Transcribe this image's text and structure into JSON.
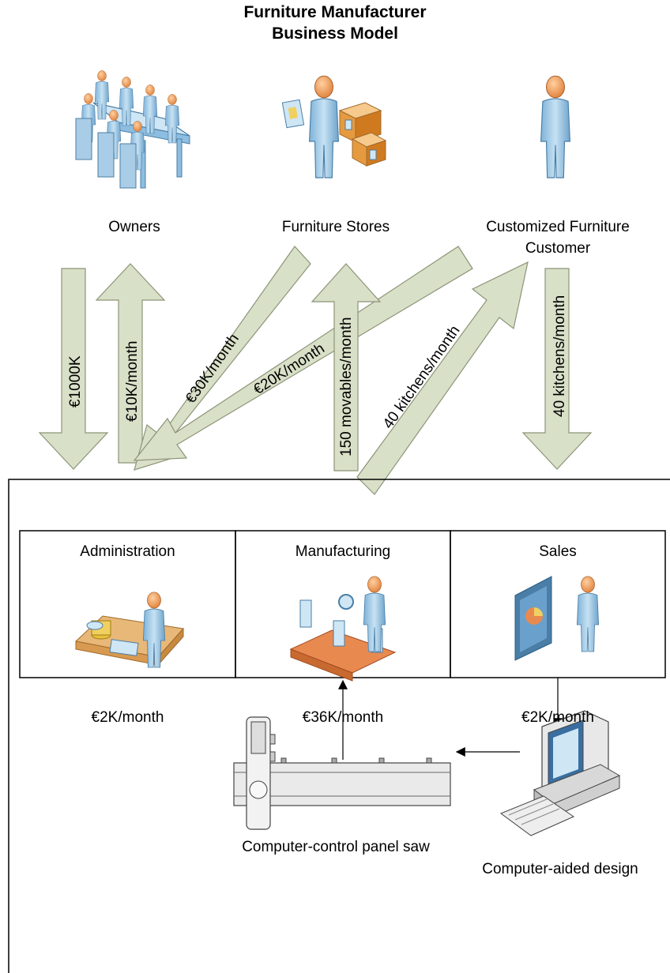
{
  "title": {
    "line1": "Furniture Manufacturer",
    "line2": "Business Model"
  },
  "actors": {
    "owners": "Owners",
    "stores": "Furniture Stores",
    "customer_line1": "Customized Furniture",
    "customer_line2": "Customer"
  },
  "flows": {
    "owners_in": "€1000K",
    "owners_out": "€10K/month",
    "stores_in": "€30K/month",
    "customer_in": "€20K/month",
    "stores_out": "150 movables/month",
    "customer_out": "40 kitchens/month",
    "customer_order": "40 kitchens/month"
  },
  "departments": [
    {
      "name": "Administration",
      "cost": "€2K/month"
    },
    {
      "name": "Manufacturing",
      "cost": "€36K/month"
    },
    {
      "name": "Sales",
      "cost": "€2K/month"
    }
  ],
  "tools": {
    "saw": "Computer-control panel saw",
    "cad": "Computer-aided design"
  },
  "colors": {
    "arrow_fill": "#d9e0c8",
    "arrow_stroke": "#8c9478",
    "person_skin": "#f0a25e",
    "person_body": "#a9cde6"
  }
}
